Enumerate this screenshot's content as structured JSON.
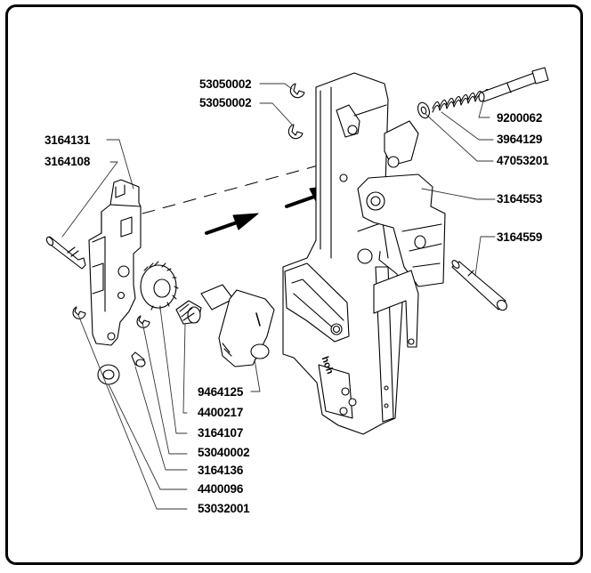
{
  "diagram": {
    "type": "exploded-parts-view",
    "brand_marking": "hoh",
    "colors": {
      "line": "#000000",
      "background": "#ffffff",
      "leader": "#333333"
    },
    "labels": {
      "p53050002_a": "53050002",
      "p53050002_b": "53050002",
      "p9200062": "9200062",
      "p3964129": "3964129",
      "p47053201": "47053201",
      "p3164553": "3164553",
      "p3164559": "3164559",
      "p3164131": "3164131",
      "p3164108": "3164108",
      "p9464125": "9464125",
      "p4400217": "4400217",
      "p3164107": "3164107",
      "p53040002": "53040002",
      "p3164136": "3164136",
      "p4400096": "4400096",
      "p53032001": "53032001"
    }
  }
}
